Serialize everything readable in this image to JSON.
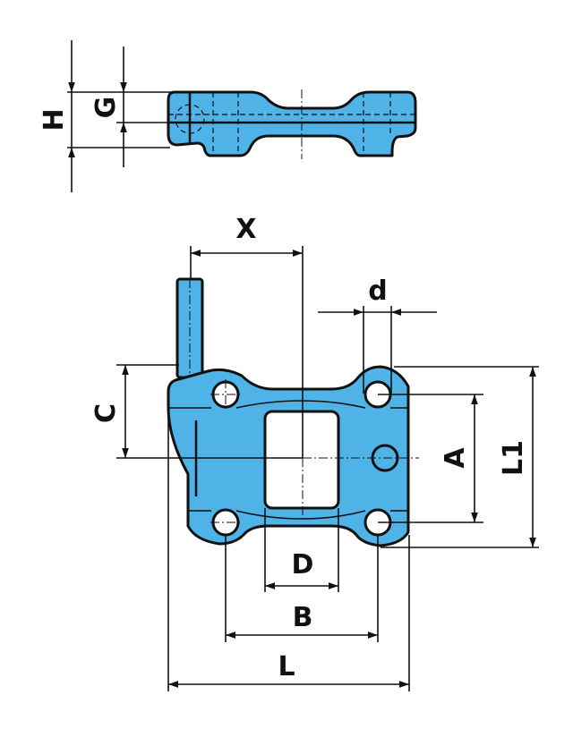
{
  "labels": {
    "H": "H",
    "G": "G",
    "X": "X",
    "d": "d",
    "C": "C",
    "A": "A",
    "L1": "L1",
    "D": "D",
    "B": "B",
    "L": "L"
  },
  "colors": {
    "part": "#4fb3e8",
    "line": "#111111"
  }
}
